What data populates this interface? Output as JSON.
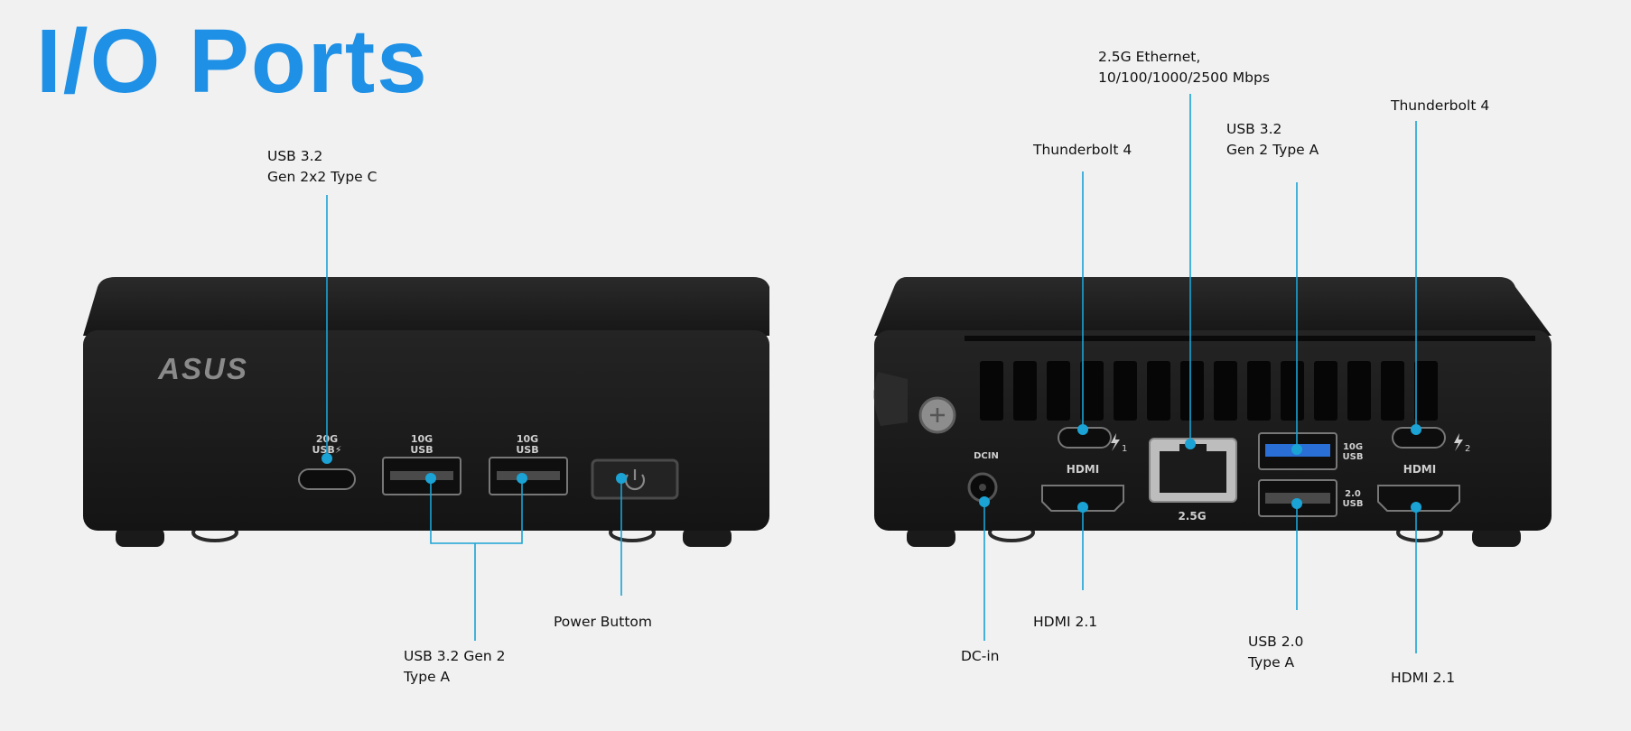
{
  "title": "I/O Ports",
  "brand_logo": "ASUS",
  "front": {
    "port_marks": {
      "usbc": "20G\nUSB⚡",
      "usba_1": "10G\nUSB",
      "usba_2": "10G\nUSB"
    },
    "labels": {
      "usbc": "USB 3.2\nGen 2x2 Type C",
      "usba": "USB 3.2 Gen 2\nType A",
      "power": "Power Buttom"
    }
  },
  "rear": {
    "port_marks": {
      "dcin": "DCIN",
      "hdmi_1": "HDMI",
      "hdmi_2": "HDMI",
      "eth": "2.5G",
      "usb_10g": "10G\nUSB",
      "usb_20": "2.0\nUSB",
      "tb_1": "1",
      "tb_2": "2"
    },
    "labels": {
      "ethernet": "2.5G Ethernet,\n10/100/1000/2500 Mbps",
      "tb4_left": "Thunderbolt 4",
      "usb32a": "USB 3.2\nGen 2 Type A",
      "tb4_right": "Thunderbolt 4",
      "hdmi_left": "HDMI 2.1",
      "dcin": "DC-in",
      "usb20": "USB 2.0\nType A",
      "hdmi_right": "HDMI 2.1"
    }
  },
  "colors": {
    "title": "#1e90e6",
    "callout": "#1aa3d4",
    "device": "#1d1d1d",
    "usb3_blue": "#2a6fd6"
  }
}
